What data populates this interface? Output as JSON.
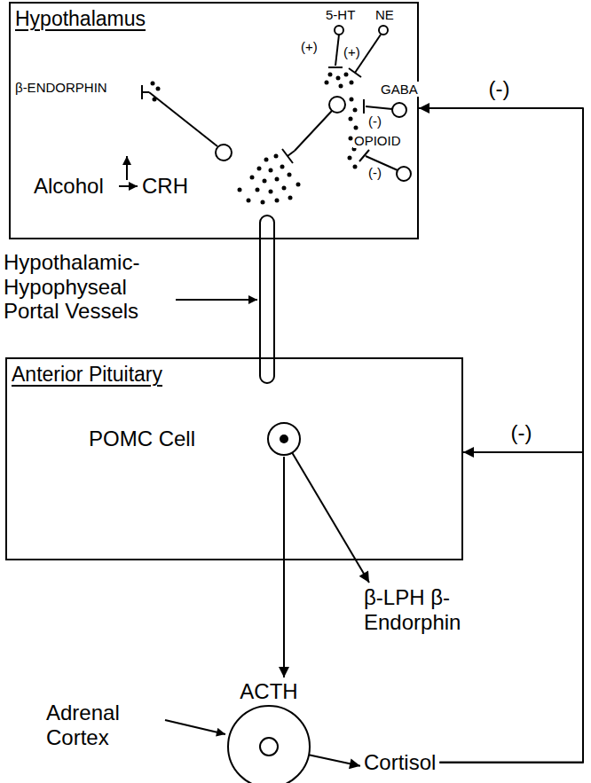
{
  "diagram": {
    "nodes": [
      {
        "text": [
          "Hypothalamus"
        ]
      },
      {
        "text": [
          "Anterior Pituitary"
        ]
      },
      {
        "text": [
          "POMC Cell"
        ],
        "in": 1
      },
      {
        "text": [
          "ACTH"
        ]
      },
      {
        "text": [
          "β-LPH β-Endorphin"
        ]
      },
      {
        "text": [
          "Cortisol"
        ]
      }
    ],
    "edges": [
      {
        "from": 0,
        "to": 1,
        "arrow": "none"
      },
      {
        "from": 2,
        "to": 3,
        "arrow": "to"
      },
      {
        "from": 2,
        "to": 4,
        "arrow": "to"
      },
      {
        "from": 3,
        "to": 5,
        "arrow": "to"
      },
      {
        "from": 5,
        "to": 0,
        "arrow": "to",
        "label": "(-)"
      },
      {
        "from": 5,
        "to": 1,
        "arrow": "to",
        "label": "(-)"
      }
    ],
    "labels": [
      "5-HT",
      "NE",
      "(+)",
      "(+)",
      "β-ENDORPHIN",
      "GABA",
      "(-)",
      "OPIOID",
      "(-)",
      "Alcohol",
      "CRH",
      "Hypothalamic- Hypophyseal Portal Vessels",
      "Adrenal Cortex"
    ]
  }
}
